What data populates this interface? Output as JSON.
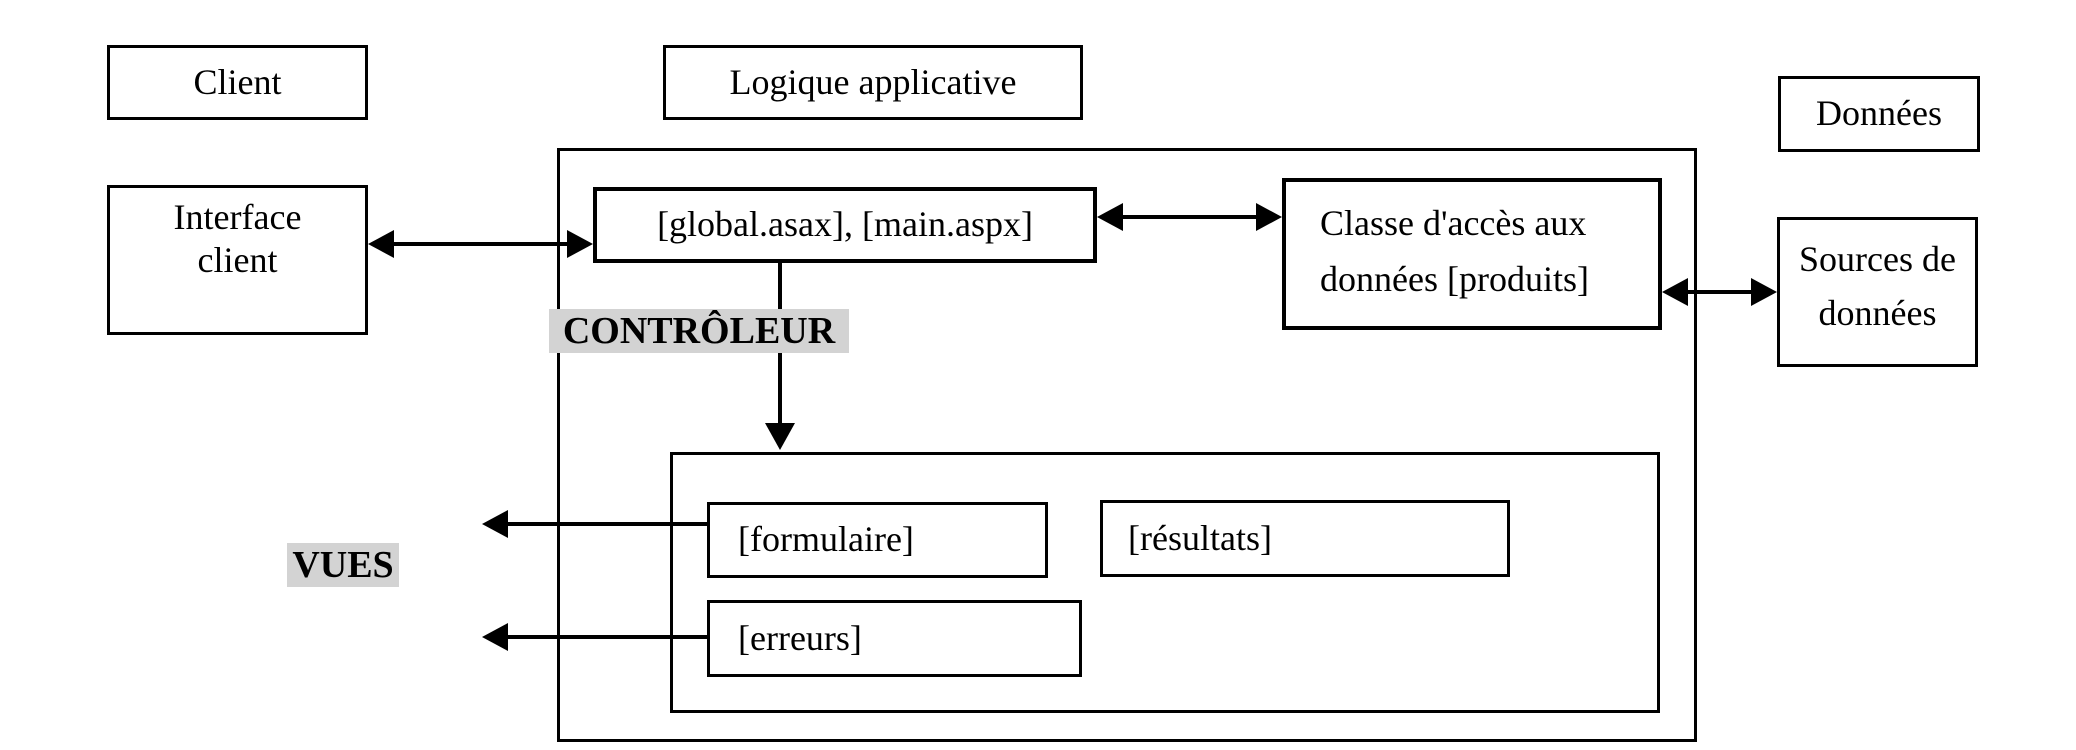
{
  "diagram": {
    "background": "#ffffff",
    "line_color": "#000000",
    "label_bg": "#d3d3d3",
    "tier_labels": {
      "client": "Client",
      "application": "Logique applicative",
      "data": "Données"
    },
    "nodes": {
      "interface_client": {
        "line1": "Interface",
        "line2": "client"
      },
      "controller_files": {
        "label": "[global.asax], [main.aspx]"
      },
      "data_access": {
        "line1": "Classe d'accès aux",
        "line2": "données [produits]"
      },
      "data_sources": {
        "line1": "Sources de",
        "line2": "données"
      },
      "view_form": {
        "label": "[formulaire]"
      },
      "view_results": {
        "label": "[résultats]"
      },
      "view_errors": {
        "label": "[erreurs]"
      }
    },
    "annotations": {
      "controller": "CONTRÔLEUR",
      "views": "VUES"
    }
  }
}
